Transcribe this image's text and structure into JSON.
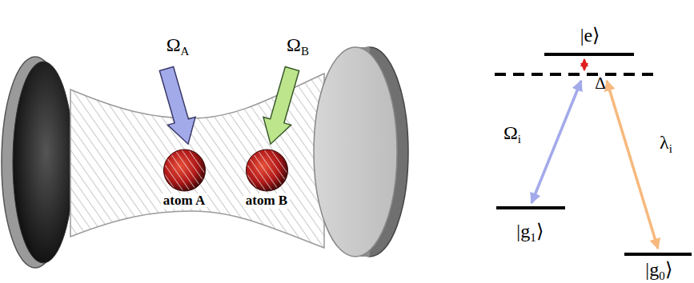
{
  "diagram": {
    "nodes": [
      {
        "text": [
          "atom A"
        ]
      },
      {
        "text": [
          "atom B"
        ]
      }
    ],
    "labels": [
      "ΩA",
      "ΩB",
      "|e⟩",
      "Δ",
      "Ωi",
      "λi",
      "|g1⟩",
      "|g0⟩"
    ]
  }
}
